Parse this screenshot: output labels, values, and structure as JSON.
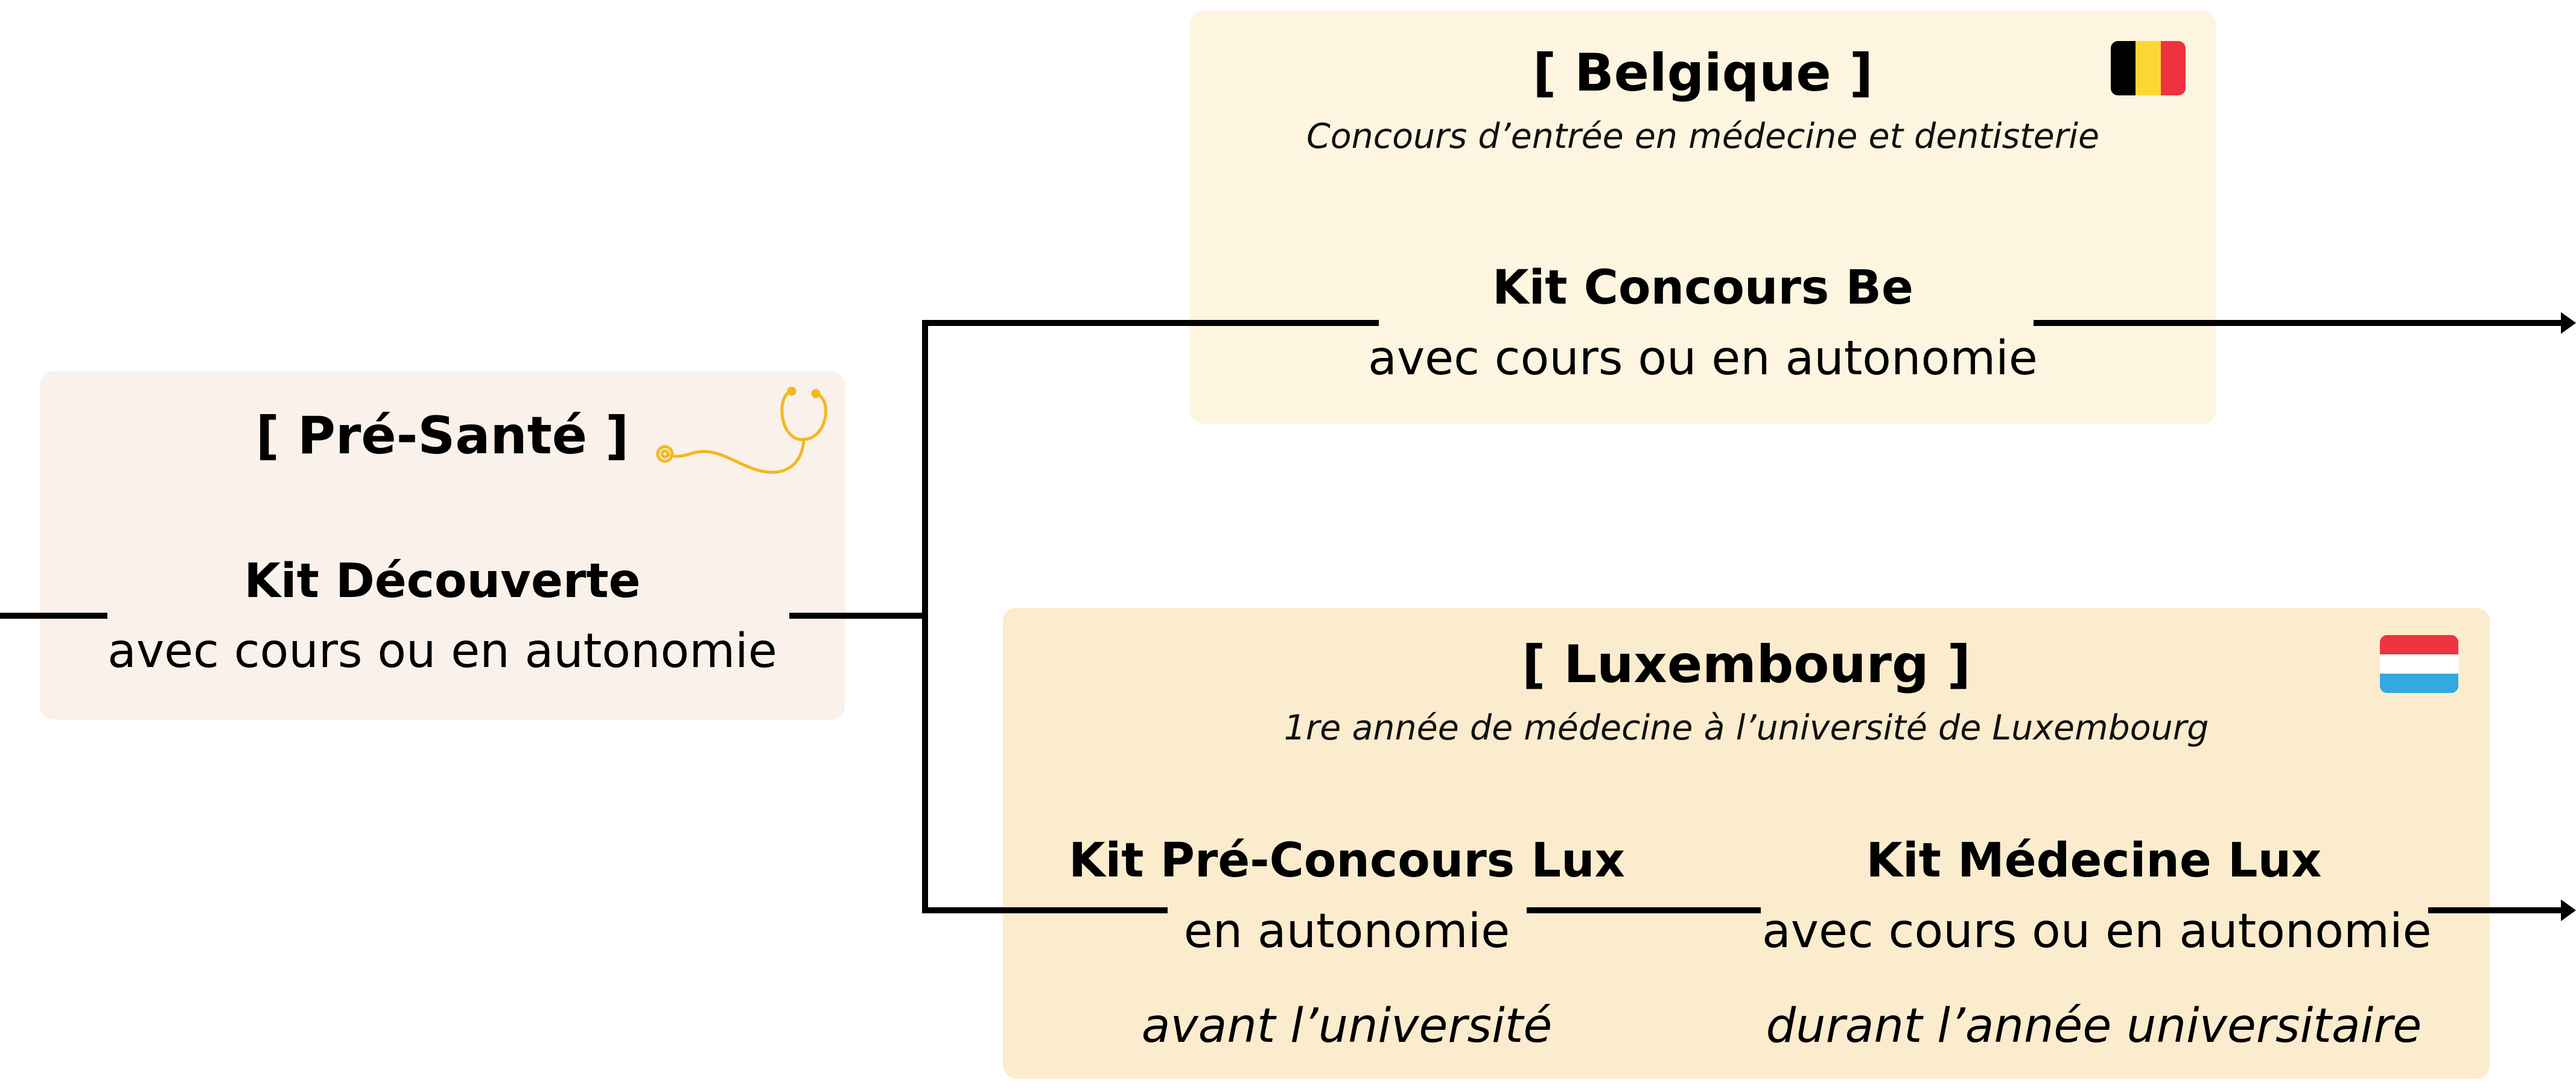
{
  "presante": {
    "heading": "[ Pré-Santé ]",
    "kit": "Kit Découverte",
    "mode": "avec cours ou en autonomie",
    "icon": "stethoscope-icon",
    "icon_color": "#f2b820"
  },
  "belgique": {
    "heading": "[ Belgique ]",
    "subtitle": "Concours d’entrée en médecine et dentisterie",
    "kit": "Kit Concours Be",
    "mode": "avec cours ou en autonomie",
    "flag_colors": [
      "#000000",
      "#fdd835",
      "#ef3340"
    ]
  },
  "luxembourg": {
    "heading": "[ Luxembourg ]",
    "subtitle": "1re année de médecine à l’université de Luxembourg",
    "flag_colors": [
      "#ef3340",
      "#ffffff",
      "#33a9e0"
    ],
    "kits": [
      {
        "kit": "Kit Pré-Concours Lux",
        "mode": "en autonomie",
        "when": "avant l’université"
      },
      {
        "kit": "Kit Médecine Lux",
        "mode": "avec cours ou en autonomie",
        "when": "durant l’année universitaire"
      }
    ]
  },
  "colors": {
    "presante_bg": "#f9f1ea",
    "belgique_bg": "#fdf5df",
    "luxembourg_bg": "#fcecce",
    "connector": "#000000"
  }
}
